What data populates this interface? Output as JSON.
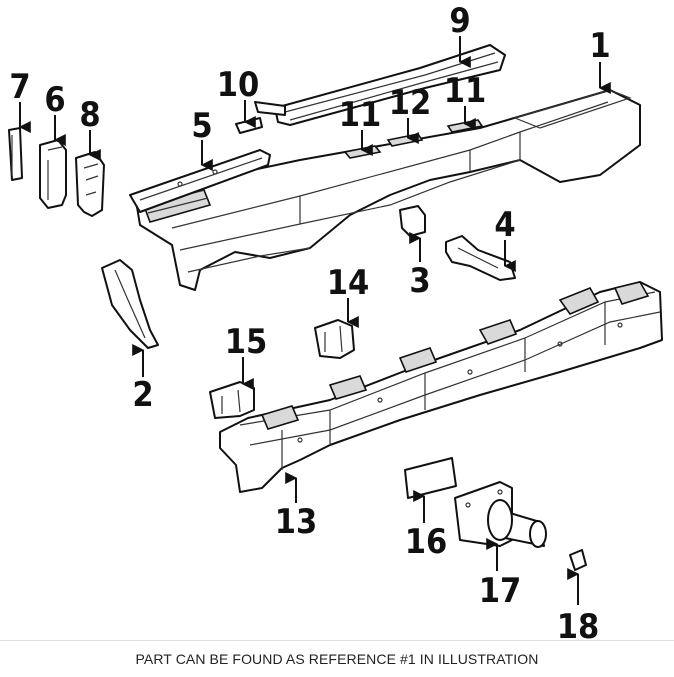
{
  "diagram": {
    "callouts": [
      "1",
      "2",
      "3",
      "4",
      "5",
      "6",
      "7",
      "8",
      "9",
      "10",
      "11",
      "11",
      "12",
      "13",
      "14",
      "15",
      "16",
      "17",
      "18"
    ]
  },
  "caption": "PART CAN BE FOUND AS REFERENCE #1 IN ILLUSTRATION"
}
